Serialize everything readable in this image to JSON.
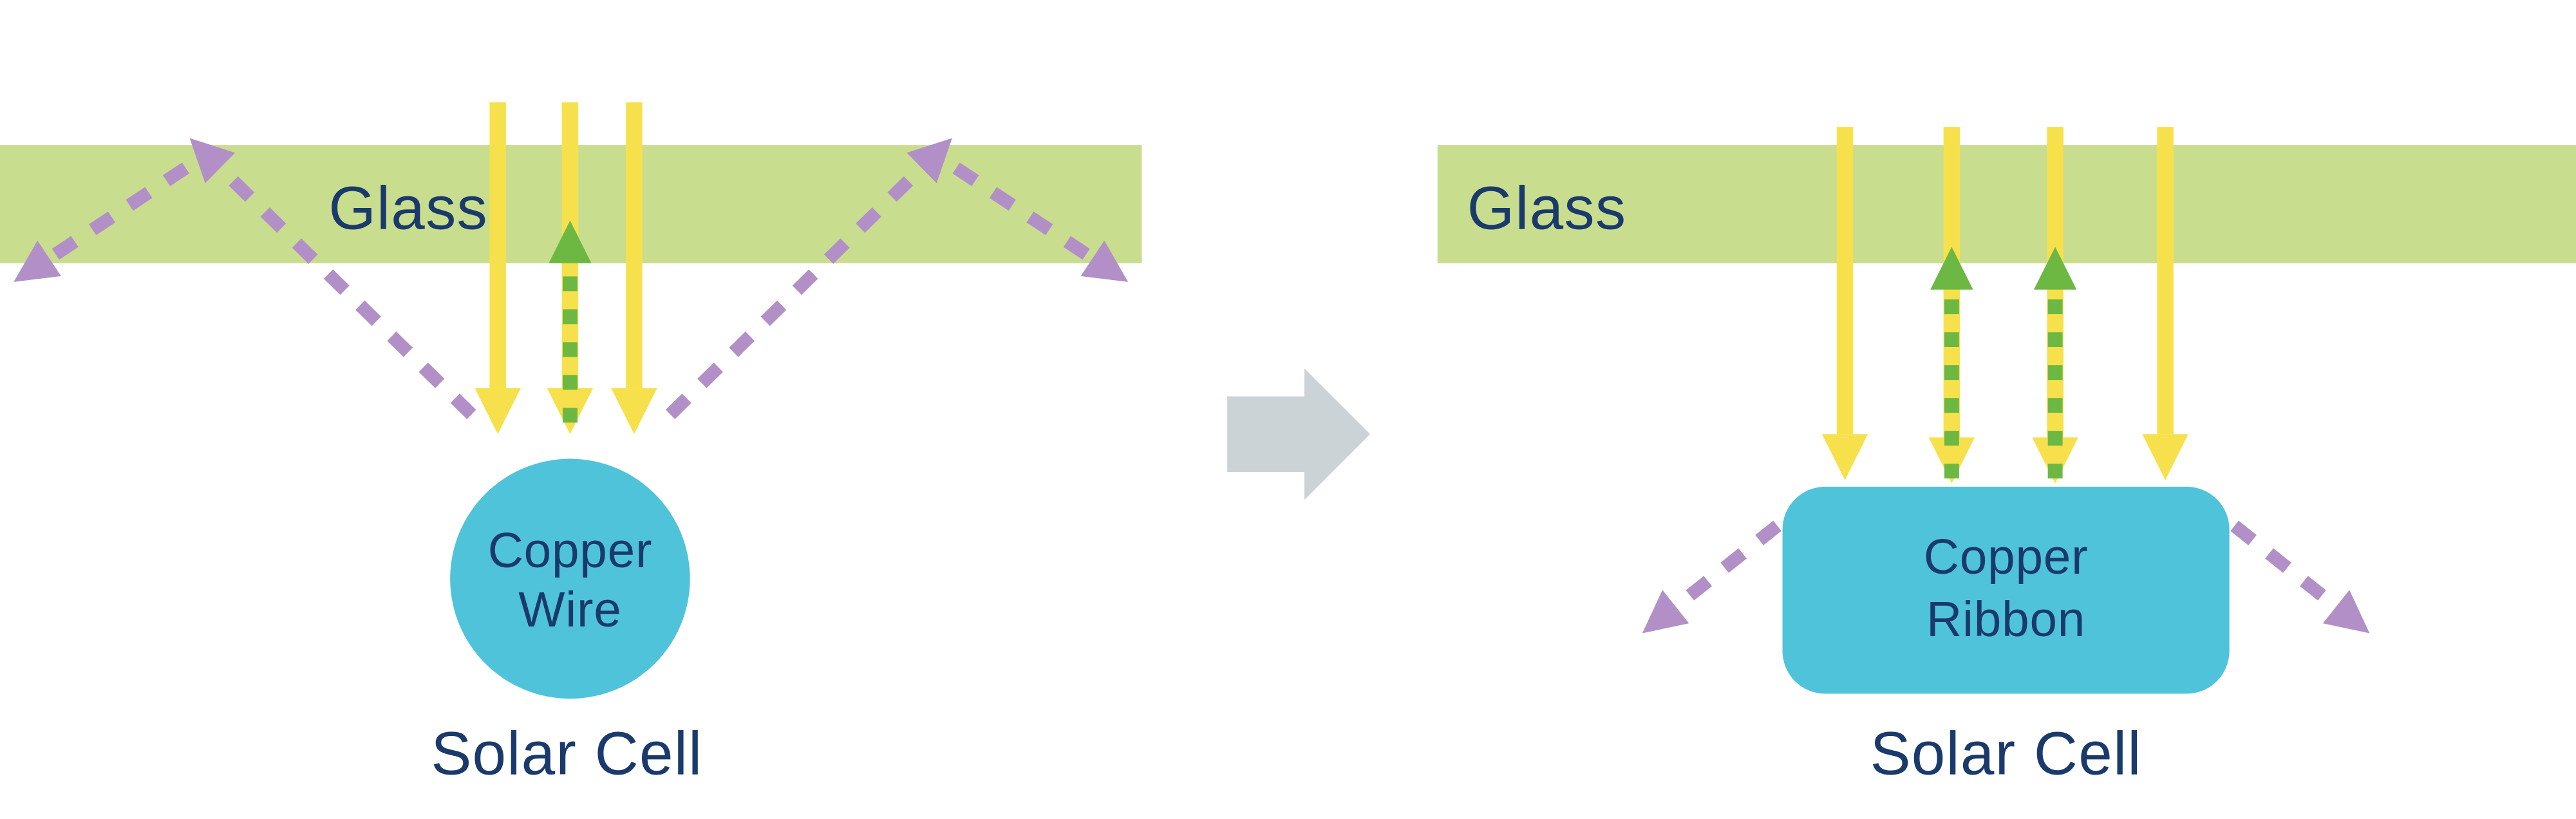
{
  "title": "Copper wire vs copper ribbon solar cell light capture diagram",
  "colors": {
    "background": "#ffffff",
    "glass": "#c9dd8f",
    "navy": "#1a3a6b",
    "yellow": "#f6e14d",
    "green": "#6db843",
    "purple": "#b290c7",
    "copper": "#4fc3da",
    "gray_arrow": "#ccd3d7"
  },
  "left_panel": {
    "glass_label": "Glass",
    "conductor_line1": "Copper",
    "conductor_line2": "Wire",
    "cell_label": "Solar Cell"
  },
  "right_panel": {
    "glass_label": "Glass",
    "conductor_line1": "Copper",
    "conductor_line2": "Ribbon",
    "cell_label": "Solar Cell"
  }
}
